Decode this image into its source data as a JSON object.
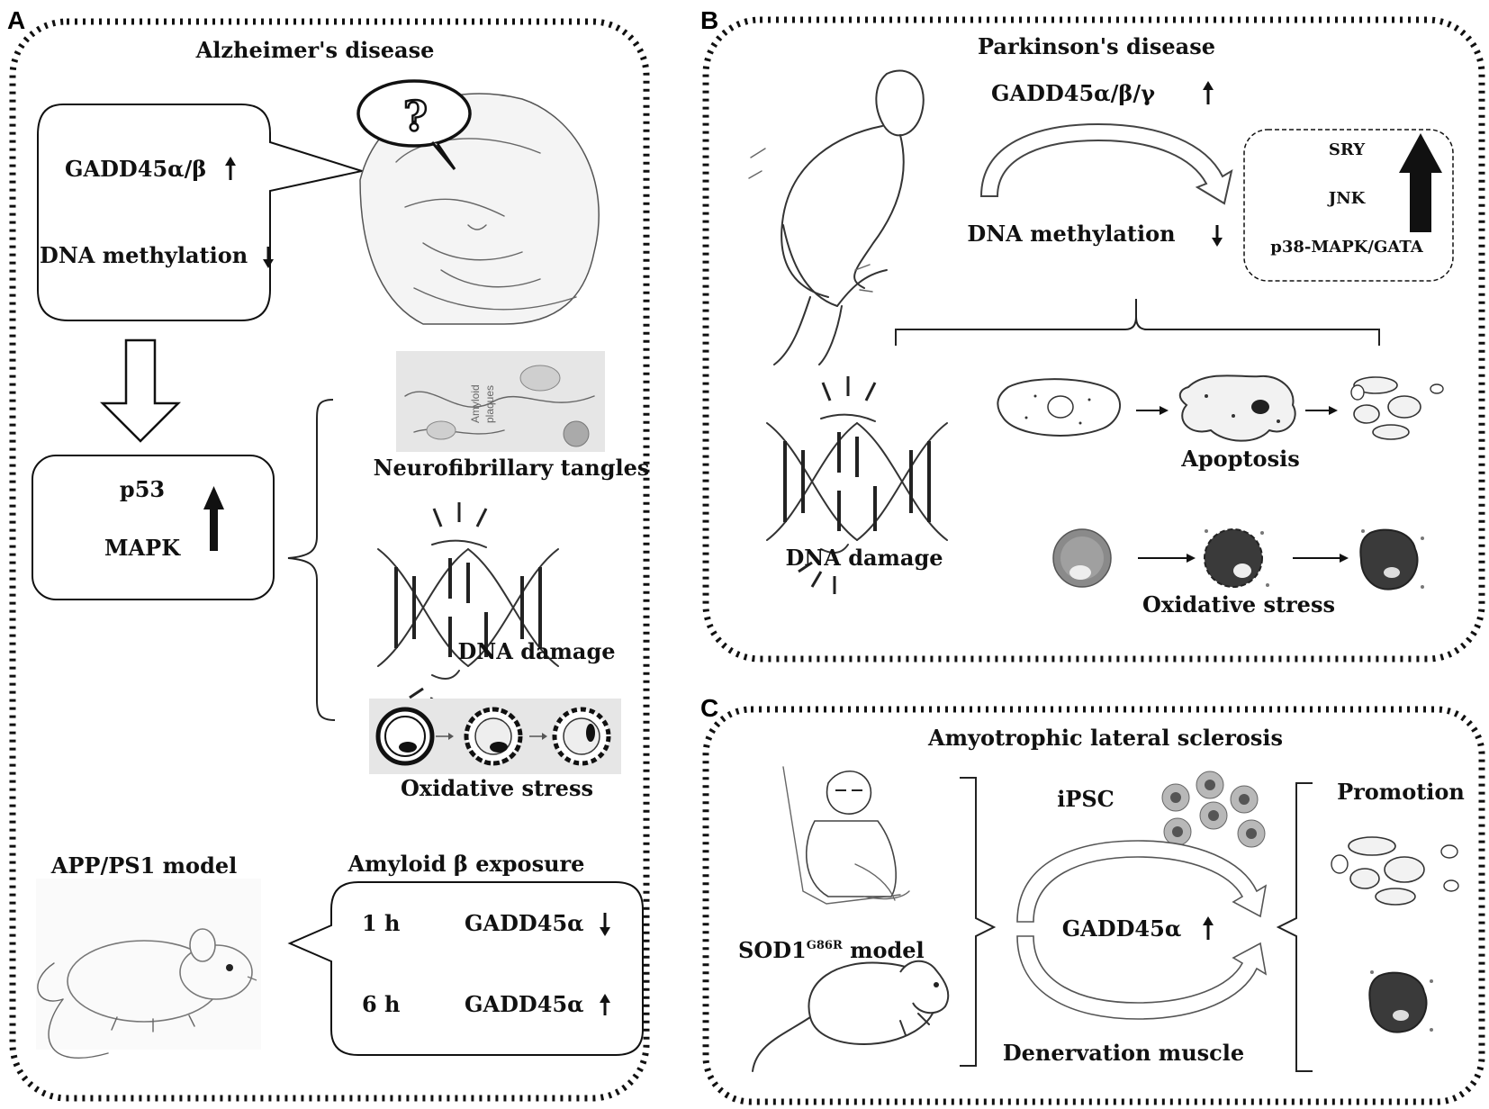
{
  "panels": {
    "a": {
      "letter": "A",
      "title": "Alzheimer's disease",
      "bubble_line1": "GADD45α/β",
      "bubble_line2": "DNA methylation",
      "box_line1": "p53",
      "box_line2": "MAPK",
      "plaque_label_1": "Amyloid",
      "plaque_label_2": "plaques",
      "outcome_1": "Neurofibrillary tangles",
      "outcome_2": "DNA damage",
      "outcome_3": "Oxidative stress",
      "model_title": "APP/PS1 model",
      "exposure_title": "Amyloid β exposure",
      "exposure_rows": [
        {
          "time": "1 h",
          "gene": "GADD45α",
          "direction": "down"
        },
        {
          "time": "6 h",
          "gene": "GADD45α",
          "direction": "up"
        }
      ]
    },
    "b": {
      "letter": "B",
      "title": "Parkinson's disease",
      "gene_label": "GADD45α/β/γ",
      "methylation_label": "DNA methylation",
      "pathway_items": [
        "SRY",
        "JNK",
        "p38-MAPK/GATA"
      ],
      "outcome_dna": "DNA damage",
      "outcome_apoptosis": "Apoptosis",
      "outcome_oxidative": "Oxidative stress"
    },
    "c": {
      "letter": "C",
      "title": "Amyotrophic lateral sclerosis",
      "ipsc_label": "iPSC",
      "gene_label": "GADD45α",
      "model_prefix": "SOD1",
      "model_superscript": "G86R",
      "model_suffix": " model",
      "muscle_label": "Denervation muscle",
      "promotion_label": "Promotion"
    }
  },
  "colors": {
    "ink": "#111111",
    "cell_dark": "#3a3a3a",
    "cell_gray": "#8a8a8a",
    "image_bg": "#e6e6e6"
  },
  "icons": [
    "up-arrow-icon",
    "down-arrow-icon",
    "dna-damage-icon",
    "cell-icon",
    "mouse-icon",
    "person-icon"
  ]
}
